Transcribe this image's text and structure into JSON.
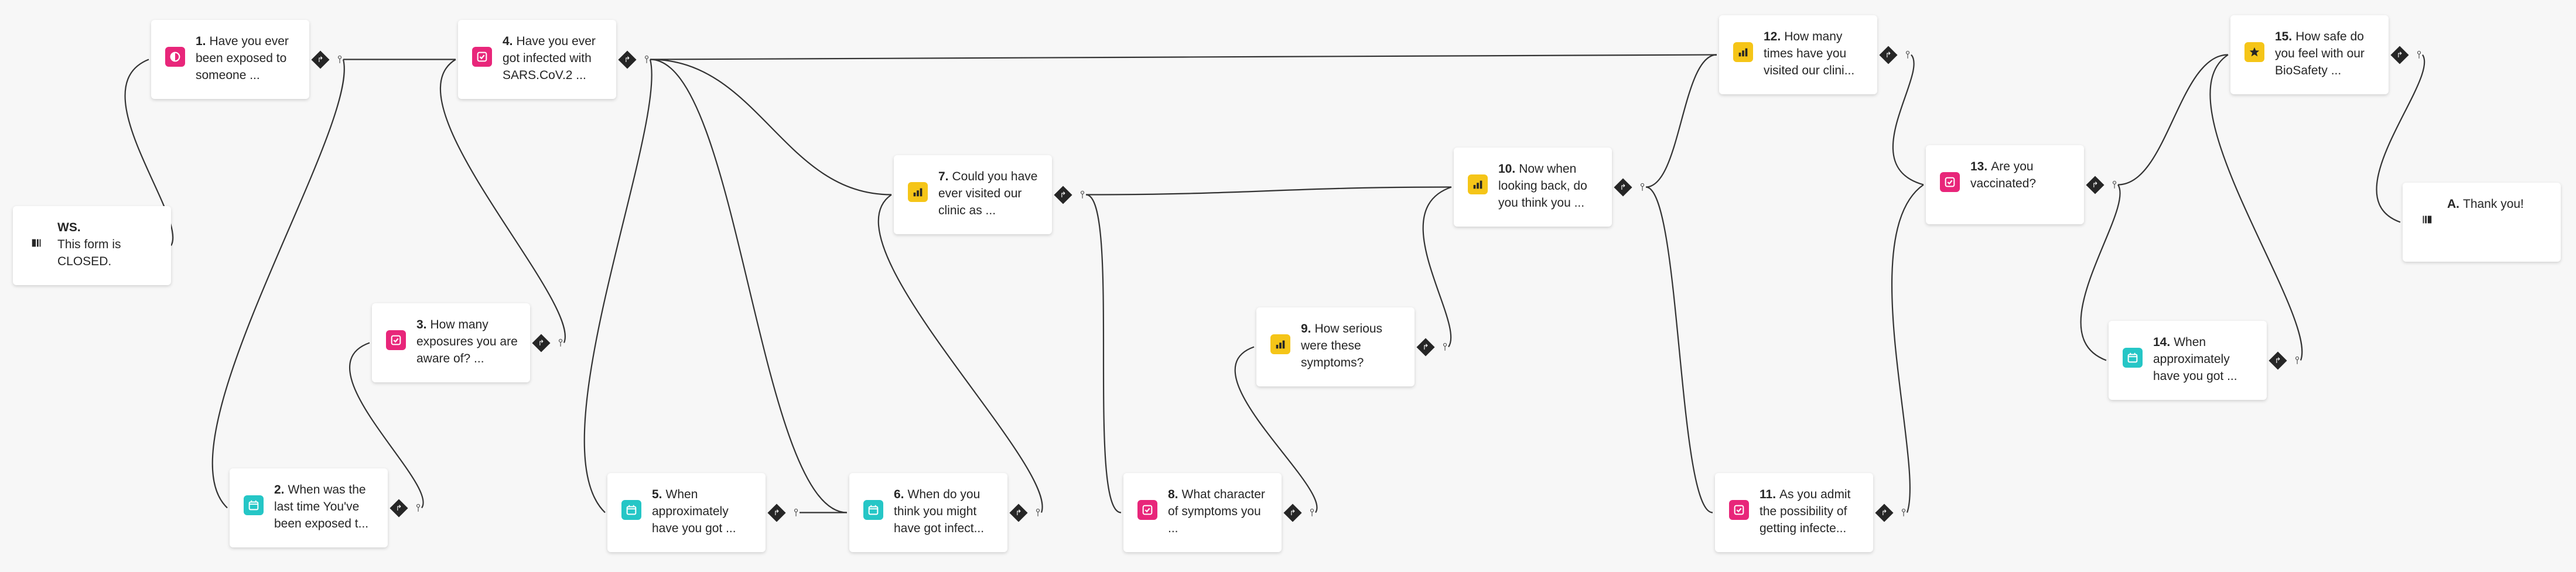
{
  "colors": {
    "pink": "#e8267a",
    "yellow": "#f5c518",
    "teal": "#25c6c6",
    "white": "#ffffff",
    "edge": "#333333"
  },
  "nodes": [
    {
      "id": "ws",
      "num": "WS.",
      "text": "This form is CLOSED.",
      "icon": "welcome-screen-icon",
      "iconColor": "#ffffff",
      "hasPort": false
    },
    {
      "id": "q1",
      "num": "1.",
      "text": "Have you ever been exposed to someone ...",
      "icon": "opinion-scale-icon",
      "iconColor": "#e8267a",
      "hasPort": true
    },
    {
      "id": "q2",
      "num": "2.",
      "text": "When was the last time You've been exposed t...",
      "icon": "calendar-icon",
      "iconColor": "#25c6c6",
      "hasPort": true
    },
    {
      "id": "q3",
      "num": "3.",
      "text": "How many exposures you are aware of? ...",
      "icon": "checkbox-icon",
      "iconColor": "#e8267a",
      "hasPort": true
    },
    {
      "id": "q4",
      "num": "4.",
      "text": "Have you ever got infected with SARS.CoV.2 ...",
      "icon": "checkbox-icon",
      "iconColor": "#e8267a",
      "hasPort": true
    },
    {
      "id": "q5",
      "num": "5.",
      "text": "When approximately have you got ...",
      "icon": "calendar-icon",
      "iconColor": "#25c6c6",
      "hasPort": true
    },
    {
      "id": "q6",
      "num": "6.",
      "text": "When do you think you might have got infect...",
      "icon": "calendar-icon",
      "iconColor": "#25c6c6",
      "hasPort": true
    },
    {
      "id": "q7",
      "num": "7.",
      "text": "Could you have ever visited our clinic as ...",
      "icon": "bar-chart-icon",
      "iconColor": "#f5c518",
      "hasPort": true
    },
    {
      "id": "q8",
      "num": "8.",
      "text": "What character of symptoms you ...",
      "icon": "checkbox-icon",
      "iconColor": "#e8267a",
      "hasPort": true
    },
    {
      "id": "q9",
      "num": "9.",
      "text": "How serious were these symptoms?",
      "icon": "bar-chart-icon",
      "iconColor": "#f5c518",
      "hasPort": true
    },
    {
      "id": "q10",
      "num": "10.",
      "text": "Now when looking back, do you think you ...",
      "icon": "bar-chart-icon",
      "iconColor": "#f5c518",
      "hasPort": true
    },
    {
      "id": "q11",
      "num": "11.",
      "text": "As you admit the possibility of getting infecte...",
      "icon": "checkbox-icon",
      "iconColor": "#e8267a",
      "hasPort": true
    },
    {
      "id": "q12",
      "num": "12.",
      "text": "How many times have you visited our clini...",
      "icon": "bar-chart-icon",
      "iconColor": "#f5c518",
      "hasPort": true
    },
    {
      "id": "q13",
      "num": "13.",
      "text": "Are you vaccinated?",
      "icon": "checkbox-icon",
      "iconColor": "#e8267a",
      "hasPort": true
    },
    {
      "id": "q14",
      "num": "14.",
      "text": "When approximately have you got ...",
      "icon": "calendar-icon",
      "iconColor": "#25c6c6",
      "hasPort": true
    },
    {
      "id": "q15",
      "num": "15.",
      "text": "How safe do you feel with our BioSafety ...",
      "icon": "star-icon",
      "iconColor": "#f5c518",
      "hasPort": true
    },
    {
      "id": "end",
      "num": "A.",
      "text": "Thank you!",
      "icon": "ending-screen-icon",
      "iconColor": "#ffffff",
      "hasPort": false
    }
  ],
  "edges": [
    [
      "ws",
      "q1"
    ],
    [
      "q1",
      "q2"
    ],
    [
      "q1",
      "q4"
    ],
    [
      "q2",
      "q3"
    ],
    [
      "q3",
      "q4"
    ],
    [
      "q4",
      "q5"
    ],
    [
      "q4",
      "q6"
    ],
    [
      "q4",
      "q7"
    ],
    [
      "q4",
      "q12"
    ],
    [
      "q5",
      "q6"
    ],
    [
      "q6",
      "q7"
    ],
    [
      "q7",
      "q8"
    ],
    [
      "q7",
      "q10"
    ],
    [
      "q8",
      "q9"
    ],
    [
      "q9",
      "q10"
    ],
    [
      "q10",
      "q11"
    ],
    [
      "q10",
      "q12"
    ],
    [
      "q11",
      "q13"
    ],
    [
      "q12",
      "q13"
    ],
    [
      "q13",
      "q14"
    ],
    [
      "q13",
      "q15"
    ],
    [
      "q14",
      "q15"
    ],
    [
      "q15",
      "end"
    ]
  ]
}
